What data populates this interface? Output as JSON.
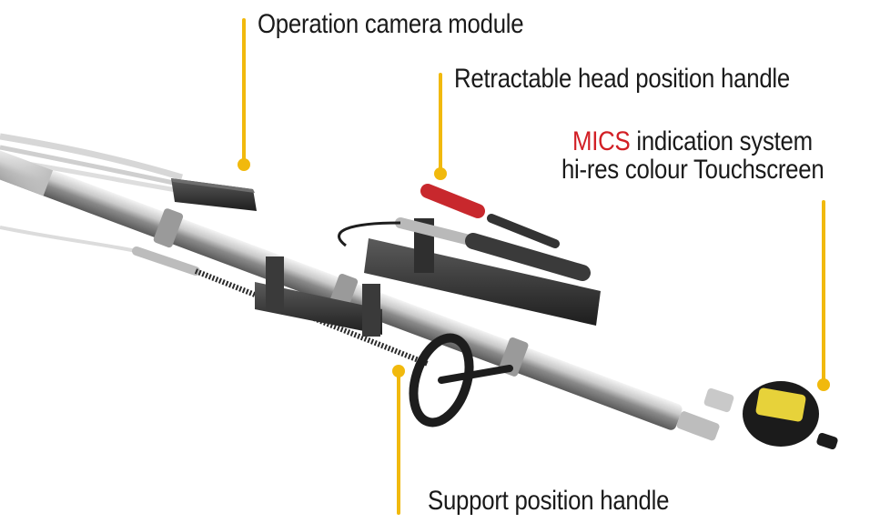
{
  "labels": {
    "camera": "Operation camera module",
    "head_handle": "Retractable head position handle",
    "mics_accent": "MICS",
    "mics_rest": " indication system",
    "touchscreen": "hi-res colour Touchscreen",
    "support_handle": "Support position handle"
  },
  "colors": {
    "leader": "#f1b90d",
    "accent": "#d21f25",
    "text": "#1a1a1a"
  },
  "icons": {
    "product": "tool-assembly-illustration"
  }
}
